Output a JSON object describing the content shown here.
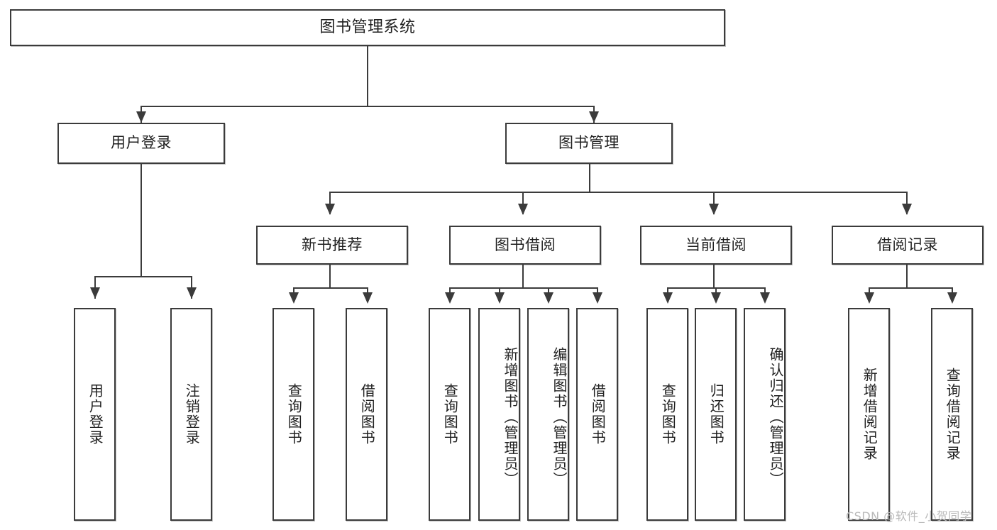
{
  "diagram": {
    "kind": "functional-structure-tree",
    "title": "图书管理系统",
    "watermark": "CSDN @软件_小贺同学",
    "colors": {
      "stroke": "#3b3b3b",
      "fill": "#ffffff",
      "text": "#1f1f1f",
      "watermark": "#b9b9b9"
    }
  },
  "nodes": {
    "root": {
      "label": "图书管理系统",
      "level": 1
    },
    "level2": [
      {
        "id": "user-login",
        "label": "用户登录"
      },
      {
        "id": "book-manage",
        "label": "图书管理"
      }
    ],
    "level3": [
      {
        "id": "new-book-recommend",
        "label": "新书推荐",
        "parent": "book-manage"
      },
      {
        "id": "book-borrow",
        "label": "图书借阅",
        "parent": "book-manage"
      },
      {
        "id": "current-borrow",
        "label": "当前借阅",
        "parent": "book-manage"
      },
      {
        "id": "borrow-record",
        "label": "借阅记录",
        "parent": "book-manage"
      }
    ],
    "leaves": [
      {
        "id": "leaf-user-login",
        "label": "用户登录",
        "parent": "user-login"
      },
      {
        "id": "leaf-logout",
        "label": "注销登录",
        "parent": "user-login"
      },
      {
        "id": "leaf-query-book-1",
        "label": "查询图书",
        "parent": "new-book-recommend"
      },
      {
        "id": "leaf-borrow-book-1",
        "label": "借阅图书",
        "parent": "new-book-recommend"
      },
      {
        "id": "leaf-query-book-2",
        "label": "查询图书",
        "parent": "book-borrow"
      },
      {
        "id": "leaf-add-book",
        "label": "新增图书（管理员）",
        "parent": "book-borrow"
      },
      {
        "id": "leaf-edit-book",
        "label": "编辑图书（管理员）",
        "parent": "book-borrow"
      },
      {
        "id": "leaf-borrow-book-2",
        "label": "借阅图书",
        "parent": "book-borrow"
      },
      {
        "id": "leaf-query-book-3",
        "label": "查询图书",
        "parent": "current-borrow"
      },
      {
        "id": "leaf-return-book",
        "label": "归还图书",
        "parent": "current-borrow"
      },
      {
        "id": "leaf-confirm-return",
        "label": "确认归还（管理员）",
        "parent": "current-borrow"
      },
      {
        "id": "leaf-add-record",
        "label": "新增借阅记录",
        "parent": "borrow-record"
      },
      {
        "id": "leaf-query-record",
        "label": "查询借阅记录",
        "parent": "borrow-record"
      }
    ]
  }
}
